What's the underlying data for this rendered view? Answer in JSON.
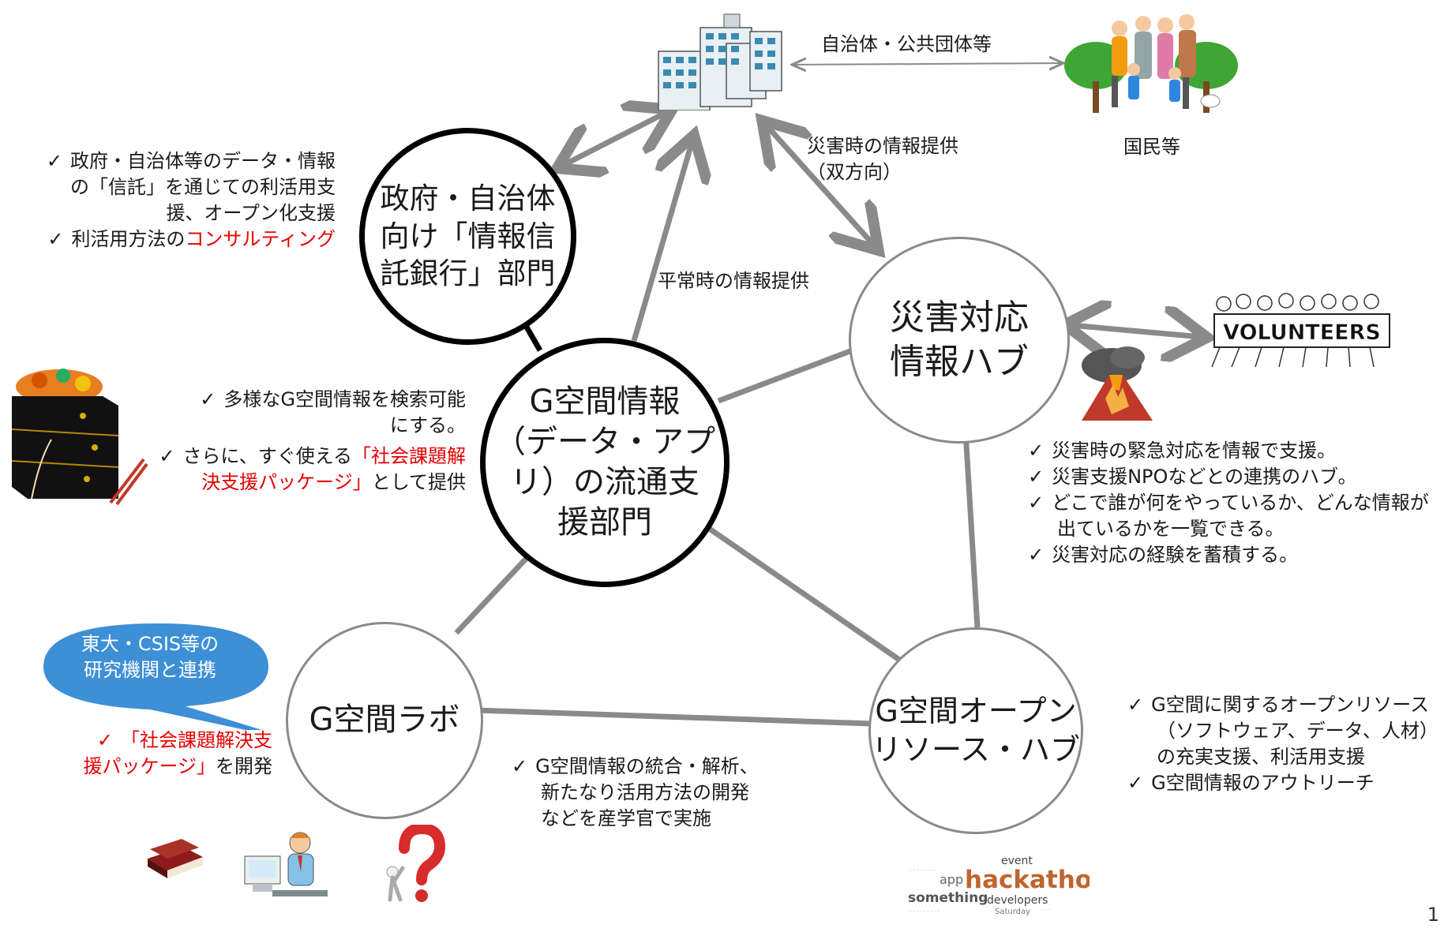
{
  "nodes": {
    "gov": "政府・自治体\n向け「情報信\n託銀行」部門",
    "center": "G空間情報\n（データ・アプ\nリ）の流通支\n援部門",
    "disaster": "災害対応\n情報ハブ",
    "lab": "G空間ラボ",
    "open": "G空間オープン\nリソース・ハブ"
  },
  "labels": {
    "municipal": "自治体・公共団体等",
    "citizens": "国民等",
    "disaster_info_1": "災害時の情報提供",
    "disaster_info_2": "（双方向）",
    "normal_info": "平常時の情報提供"
  },
  "gov_notes": {
    "l1": "政府・自治体等のデータ・情報",
    "l2": "の「信託」を通じての利活用支",
    "l3": "援、オープン化支援",
    "l4a": "利活用方法の",
    "l4b": "コンサルティング"
  },
  "center_notes": {
    "l1": "多様なG空間情報を検索可能",
    "l2": "にする。",
    "l3a": "さらに、すぐ使える",
    "l3b": "「社会課題解",
    "l4a": "決支援パッケージ」",
    "l4b": "として提供"
  },
  "disaster_notes": {
    "l1": "災害時の緊急対応を情報で支援。",
    "l2": "災害支援NPOなどとの連携のハブ。",
    "l3": "どこで誰が何をやっているか、どんな情報が",
    "l4": "出ているかを一覧できる。",
    "l5": "災害対応の経験を蓄積する。"
  },
  "callout": {
    "l1": "東大・CSIS等の",
    "l2": "研究機関と連携",
    "color": "#3d8fd6"
  },
  "lab_notes": {
    "l1": "「社会課題解決支",
    "l2a": "援パッケージ」",
    "l2b": "を開発"
  },
  "bottom_notes": {
    "l1": "G空間情報の統合・解析、",
    "l2": "新たなり活用方法の開発",
    "l3": "などを産学官で実施"
  },
  "open_notes": {
    "l1": "G空間に関するオープンリソース",
    "l2": "（ソフトウェア、データ、人材）",
    "l3": "の充実支援、利活用支援",
    "l4": "G空間情報のアウトリーチ"
  },
  "volunteers": "VOLUNTEERS",
  "hackathon": {
    "main": "hackathon",
    "w1": "something",
    "w2": "developers",
    "w3": "app",
    "w4": "event",
    "w5": "Saturday"
  },
  "page_number": "1",
  "check": "✓",
  "colors": {
    "line": "#8a8a8a",
    "accent_red": "#e60000",
    "callout": "#3d8fd6"
  }
}
